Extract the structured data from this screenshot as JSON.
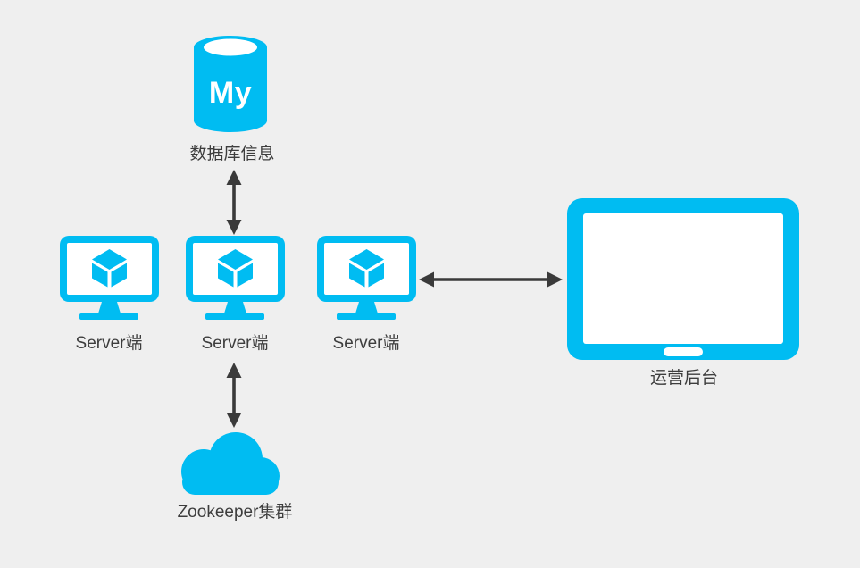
{
  "colors": {
    "accent": "#00bcf2",
    "background": "#efefef",
    "arrow": "#3a3a3a",
    "text": "#3d3d3d"
  },
  "nodes": {
    "database": {
      "label": "数据库信息",
      "icon": "mysql-cylinder-icon",
      "icon_text": "My"
    },
    "server_left": {
      "label": "Server端",
      "icon": "server-monitor-icon"
    },
    "server_middle": {
      "label": "Server端",
      "icon": "server-monitor-icon"
    },
    "server_right": {
      "label": "Server端",
      "icon": "server-monitor-icon"
    },
    "ops_console": {
      "label": "运营后台",
      "icon": "tablet-screen-icon"
    },
    "zookeeper": {
      "label": "Zookeeper集群",
      "icon": "cloud-icon"
    }
  },
  "edges": [
    {
      "from": "database",
      "to": "server_middle",
      "direction": "bidirectional",
      "orientation": "vertical"
    },
    {
      "from": "server_middle",
      "to": "zookeeper",
      "direction": "bidirectional",
      "orientation": "vertical"
    },
    {
      "from": "server_right",
      "to": "ops_console",
      "direction": "bidirectional",
      "orientation": "horizontal"
    }
  ]
}
